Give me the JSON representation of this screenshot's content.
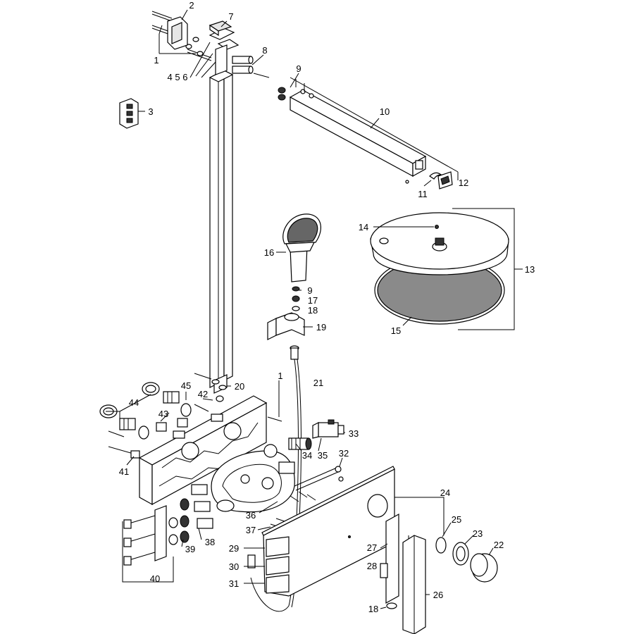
{
  "diagram": {
    "type": "exploded-parts-drawing",
    "labels": {
      "l1a": "1",
      "l2": "2",
      "l3": "3",
      "l456": "4 5 6",
      "l7": "7",
      "l8": "8",
      "l9a": "9",
      "l10": "10",
      "l11": "11",
      "l12": "12",
      "l13": "13",
      "l14": "14",
      "l15": "15",
      "l16": "16",
      "l9b": "9",
      "l17": "17",
      "l18a": "18",
      "l19": "19",
      "l20": "20",
      "l1b": "1",
      "l21": "21",
      "l45": "45",
      "l42": "42",
      "l44": "44",
      "l43": "43",
      "l33": "33",
      "l34": "34",
      "l35": "35",
      "l32": "32",
      "l41": "41",
      "l24": "24",
      "l36": "36",
      "l25": "25",
      "l23": "23",
      "l22": "22",
      "l37": "37",
      "l38": "38",
      "l39": "39",
      "l29": "29",
      "l27": "27",
      "l30": "30",
      "l28": "28",
      "l40": "40",
      "l31": "31",
      "l26": "26",
      "l18b": "18"
    }
  }
}
